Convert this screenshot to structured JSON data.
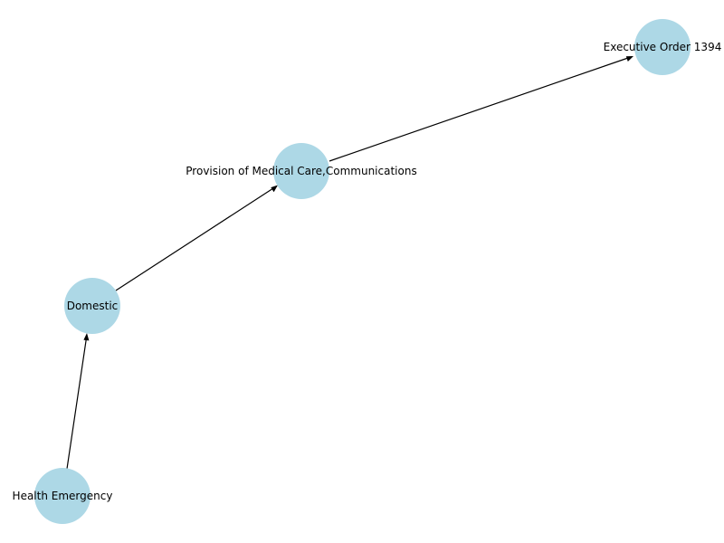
{
  "graph": {
    "node_color": "#add8e6",
    "edge_color": "#000000",
    "nodes": [
      {
        "id": "health-emergency",
        "label": "Health Emergency"
      },
      {
        "id": "domestic",
        "label": "Domestic"
      },
      {
        "id": "medical-care",
        "label": "Provision of Medical Care,Communications"
      },
      {
        "id": "executive-order",
        "label": "Executive Order 1394"
      }
    ],
    "edges": [
      {
        "from": "health-emergency",
        "to": "domestic"
      },
      {
        "from": "domestic",
        "to": "medical-care"
      },
      {
        "from": "medical-care",
        "to": "executive-order"
      }
    ]
  }
}
